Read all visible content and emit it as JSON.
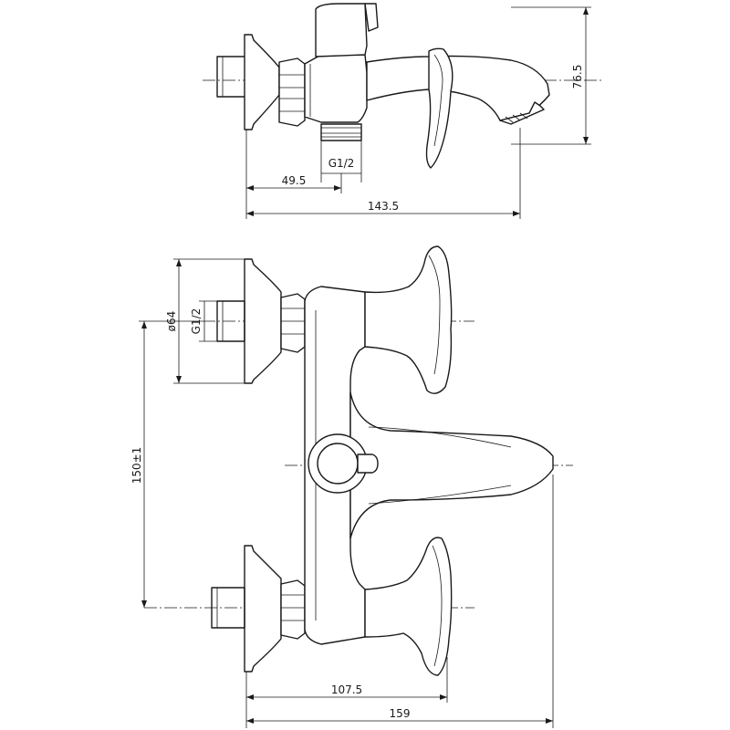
{
  "dimensions": {
    "side_view": {
      "width_to_inlet": "49.5",
      "overall_length": "143.5",
      "height": "76.5",
      "outlet_thread": "G1/2"
    },
    "front_view": {
      "eccentric_diameter": "ø64",
      "inlet_thread": "G1/2",
      "center_distance": "150±1",
      "depth_to_handle": "107.5",
      "overall_depth": "159"
    }
  }
}
